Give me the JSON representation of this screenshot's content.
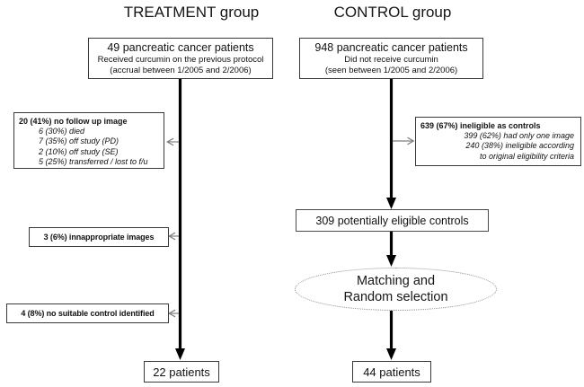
{
  "figure": {
    "treatment": {
      "header": "TREATMENT group",
      "top_box": {
        "title": "49 pancreatic cancer patients",
        "line2": "Received curcumin on the previous protocol",
        "line3": "(accrual between 1/2005 and 2/2006)"
      },
      "no_followup_box": {
        "title": "20 (41%) no follow up image",
        "items": [
          "6 (30%) died",
          "7 (35%) off study (PD)",
          "2 (10%) off study (SE)",
          "5 (25%) transferred / lost to f/u"
        ]
      },
      "inappropriate_box": "3 (6%) innappropriate images",
      "no_control_box": "4 (8%) no suitable control identified",
      "final_box": "22 patients"
    },
    "control": {
      "header": "CONTROL group",
      "top_box": {
        "title": "948 pancreatic cancer patients",
        "line2": "Did not receive curcumin",
        "line3": "(seen between 1/2005 and 2/2006)"
      },
      "ineligible_box": {
        "title": "639 (67%) ineligible as controls",
        "items": [
          "399 (62%) had only one image",
          "240 (38%) ineligible according",
          "to original eligibility criteria"
        ]
      },
      "eligible_box": "309 potentially eligible controls",
      "matching_ellipse": {
        "line1": "Matching and",
        "line2": "Random selection"
      },
      "final_box": "44 patients"
    },
    "colors": {
      "flow_line": "#000000",
      "side_arrow": "#7f7f7f",
      "box_border": "#3a3a3a",
      "background": "#ffffff"
    }
  }
}
